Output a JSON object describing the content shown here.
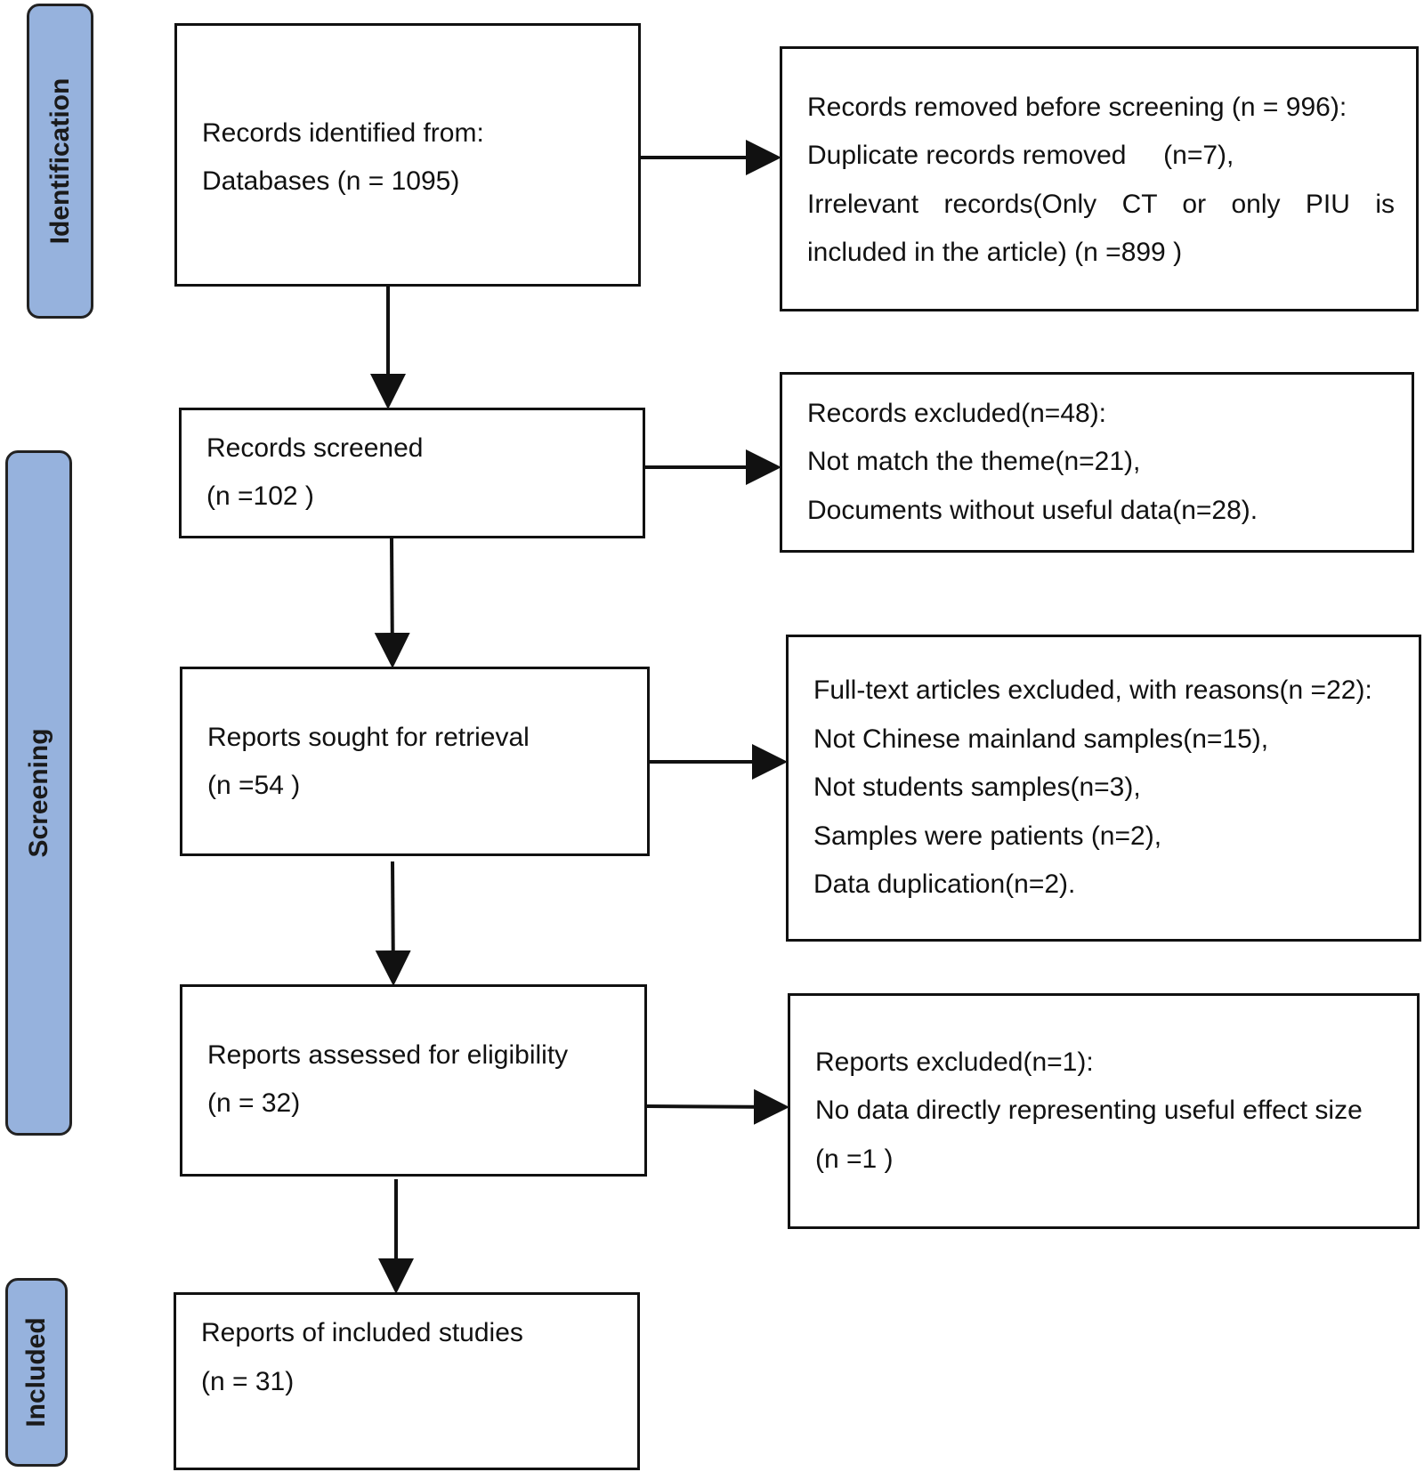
{
  "phases": {
    "identification": "Identification",
    "screening": "Screening",
    "included": "Included"
  },
  "identified": {
    "line1": "Records identified from:",
    "line2": "Databases (n = 1095)"
  },
  "removed_before": {
    "line1": "Records removed before screening (n = 996):",
    "line2": "Duplicate records removed     (n=7),",
    "line3": "Irrelevant  records(Only  CT  or  only  PIU  is",
    "line4": "included in the article) (n =899 )"
  },
  "screened": {
    "line1": "Records screened",
    "line2": "(n =102 )"
  },
  "excluded_records": {
    "line1": "Records excluded(n=48):",
    "line2": "Not match the theme(n=21),",
    "line3": "Documents without useful data(n=28)."
  },
  "retrieval": {
    "line1": "Reports sought for retrieval",
    "line2": "(n =54 )"
  },
  "fulltext_excluded": {
    "line1": "Full-text articles excluded, with reasons(n =22):",
    "line2": "Not Chinese mainland samples(n=15),",
    "line3": "Not students samples(n=3),",
    "line4": "Samples were patients (n=2),",
    "line5": "Data duplication(n=2)."
  },
  "eligibility": {
    "line1": "Reports assessed for eligibility",
    "line2": "(n = 32)"
  },
  "reports_excluded": {
    "line1": "Reports excluded(n=1):",
    "line2": "No data directly representing useful effect size",
    "line3": "(n =1 )"
  },
  "included_studies": {
    "line1": "Reports of included studies",
    "line2": "(n = 31)"
  },
  "colors": {
    "phase_fill": "#96b2dd",
    "border": "#111111"
  }
}
